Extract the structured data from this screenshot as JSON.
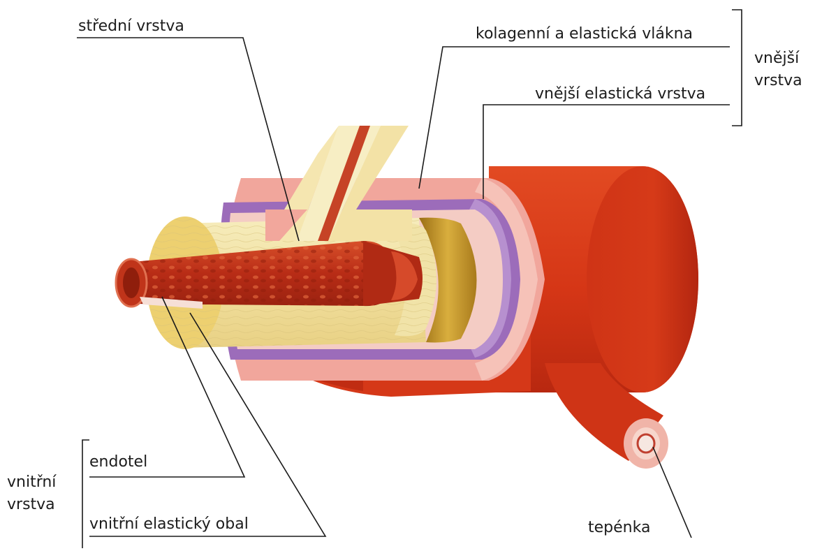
{
  "labels": {
    "middle_layer": "střední vrstva",
    "collagen_fibers": "kolagenní a elastická vlákna",
    "outer_elastic": "vnější elastická vrstva",
    "outer_layer_line1": "vnější",
    "outer_layer_line2": "vrstva",
    "endothelium": "endotel",
    "inner_elastic": "vnitřní elastický obal",
    "inner_layer_line1": "vnitřní",
    "inner_layer_line2": "vrstva",
    "arteriole": "tepénka"
  },
  "colors": {
    "outer_red": "#d93a1c",
    "outer_dark": "#b42510",
    "pink_layer": "#f2a8a0",
    "purple_layer": "#9a6ab8",
    "yellow_muscle": "#f3e5a8",
    "gold_band": "#c89a2a",
    "lumen_red": "#c4321a"
  }
}
